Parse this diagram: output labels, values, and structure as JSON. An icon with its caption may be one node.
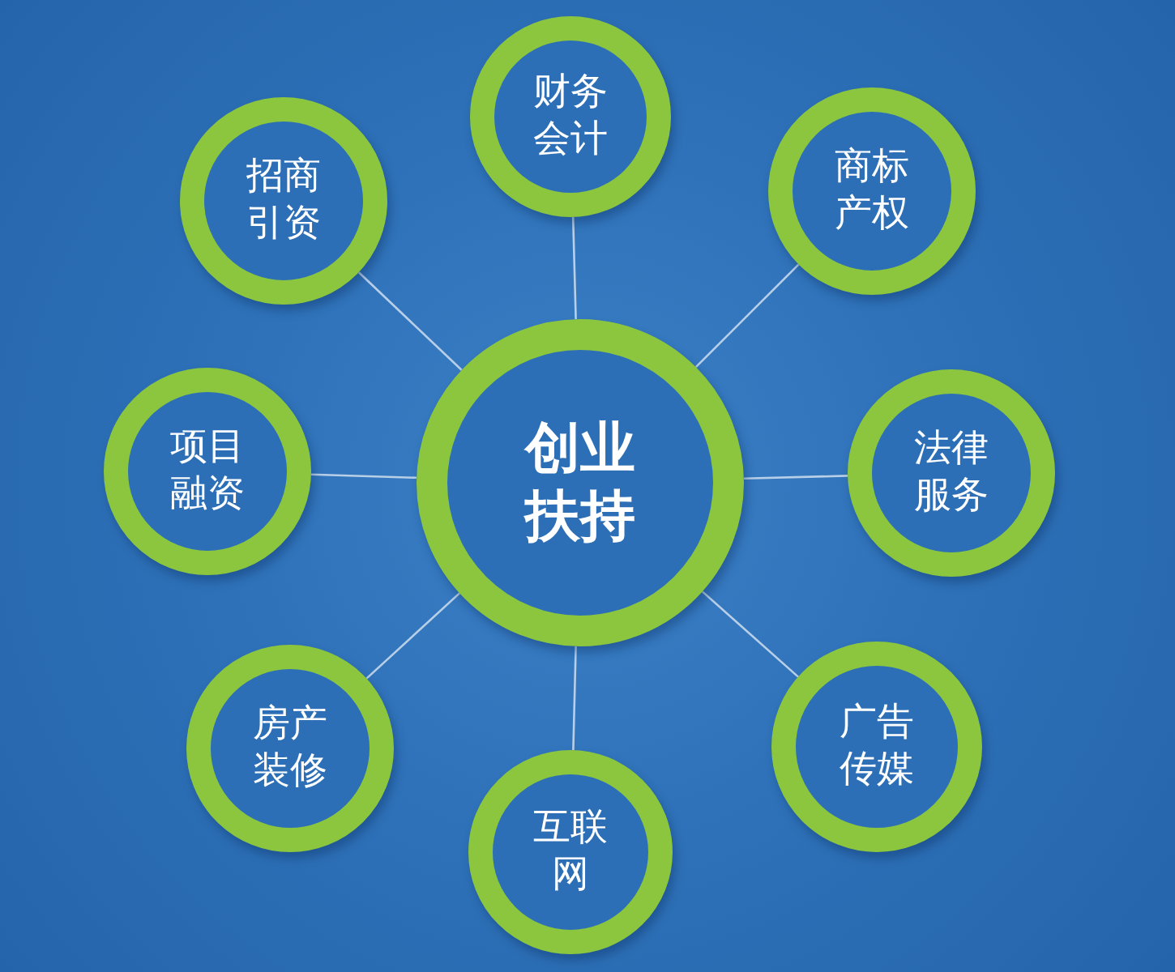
{
  "diagram": {
    "nodes": [
      {
        "text": [
          "创业扶持"
        ]
      },
      {
        "text": [
          "财务会计"
        ]
      },
      {
        "text": [
          "商标产权"
        ]
      },
      {
        "text": [
          "法律服务"
        ]
      },
      {
        "text": [
          "广告传媒"
        ]
      },
      {
        "text": [
          "互联网"
        ]
      },
      {
        "text": [
          "房产装修"
        ]
      },
      {
        "text": [
          "项目融资"
        ]
      },
      {
        "text": [
          "招商引资"
        ]
      }
    ],
    "edges": [
      {
        "from": 0,
        "to": 1,
        "arrow": "none"
      },
      {
        "from": 0,
        "to": 2,
        "arrow": "none"
      },
      {
        "from": 0,
        "to": 3,
        "arrow": "none"
      },
      {
        "from": 0,
        "to": 4,
        "arrow": "none"
      },
      {
        "from": 0,
        "to": 5,
        "arrow": "none"
      },
      {
        "from": 0,
        "to": 6,
        "arrow": "none"
      },
      {
        "from": 0,
        "to": 7,
        "arrow": "none"
      },
      {
        "from": 0,
        "to": 8,
        "arrow": "none"
      }
    ]
  }
}
